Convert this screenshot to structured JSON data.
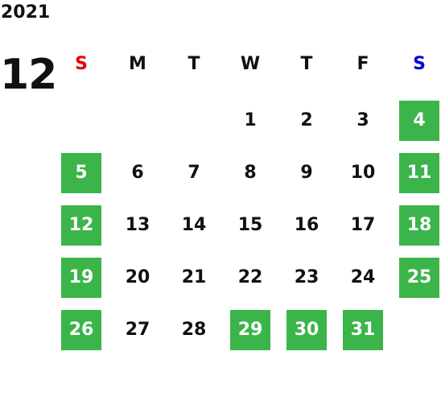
{
  "header": {
    "year": "2021",
    "month": "12"
  },
  "colors": {
    "highlight": "#3bb54a",
    "sunday": "#e60000",
    "saturday": "#0000e0",
    "text": "#111111"
  },
  "weekdays": [
    {
      "label": "S",
      "color": "sunday"
    },
    {
      "label": "M",
      "color": "text"
    },
    {
      "label": "T",
      "color": "text"
    },
    {
      "label": "W",
      "color": "text"
    },
    {
      "label": "T",
      "color": "text"
    },
    {
      "label": "F",
      "color": "text"
    },
    {
      "label": "S",
      "color": "saturday"
    }
  ],
  "weeks": [
    [
      null,
      null,
      null,
      {
        "day": "1"
      },
      {
        "day": "2"
      },
      {
        "day": "3"
      },
      {
        "day": "4",
        "highlight": true
      }
    ],
    [
      {
        "day": "5",
        "highlight": true
      },
      {
        "day": "6"
      },
      {
        "day": "7"
      },
      {
        "day": "8"
      },
      {
        "day": "9"
      },
      {
        "day": "10"
      },
      {
        "day": "11",
        "highlight": true
      }
    ],
    [
      {
        "day": "12",
        "highlight": true
      },
      {
        "day": "13"
      },
      {
        "day": "14"
      },
      {
        "day": "15"
      },
      {
        "day": "16"
      },
      {
        "day": "17"
      },
      {
        "day": "18",
        "highlight": true
      }
    ],
    [
      {
        "day": "19",
        "highlight": true
      },
      {
        "day": "20"
      },
      {
        "day": "21"
      },
      {
        "day": "22"
      },
      {
        "day": "23"
      },
      {
        "day": "24"
      },
      {
        "day": "25",
        "highlight": true
      }
    ],
    [
      {
        "day": "26",
        "highlight": true
      },
      {
        "day": "27"
      },
      {
        "day": "28"
      },
      {
        "day": "29",
        "highlight": true
      },
      {
        "day": "30",
        "highlight": true
      },
      {
        "day": "31",
        "highlight": true
      },
      null
    ]
  ]
}
